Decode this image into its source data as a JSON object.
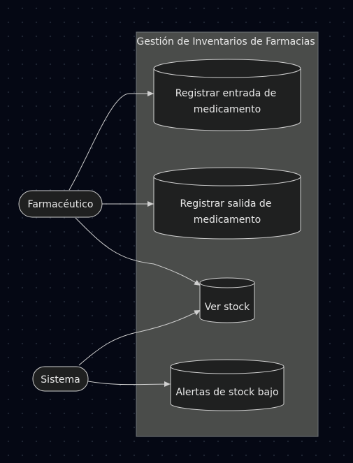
{
  "diagram": {
    "system_title": "Gestión de Inventarios de Farmacias",
    "actors": [
      {
        "id": "farmaceutico",
        "label": "Farmacéutico"
      },
      {
        "id": "sistema",
        "label": "Sistema"
      }
    ],
    "use_cases": [
      {
        "id": "entrada",
        "lines": [
          "Registrar entrada de",
          "medicamento"
        ]
      },
      {
        "id": "salida",
        "lines": [
          "Registrar salida de",
          "medicamento"
        ]
      },
      {
        "id": "ver_stock",
        "lines": [
          "Ver stock"
        ]
      },
      {
        "id": "alertas",
        "lines": [
          "Alertas de stock bajo"
        ]
      }
    ],
    "connections": [
      {
        "from": "farmaceutico",
        "to": "entrada"
      },
      {
        "from": "farmaceutico",
        "to": "salida"
      },
      {
        "from": "farmaceutico",
        "to": "ver_stock"
      },
      {
        "from": "sistema",
        "to": "ver_stock"
      },
      {
        "from": "sistema",
        "to": "alertas"
      }
    ],
    "colors": {
      "system_fill": "#4a4c4a",
      "system_stroke": "#6f7378",
      "node_fill": "#1f2020",
      "node_stroke": "#cfcfcf",
      "edge": "#d0d0d0",
      "text": "#e8e8e8"
    }
  }
}
